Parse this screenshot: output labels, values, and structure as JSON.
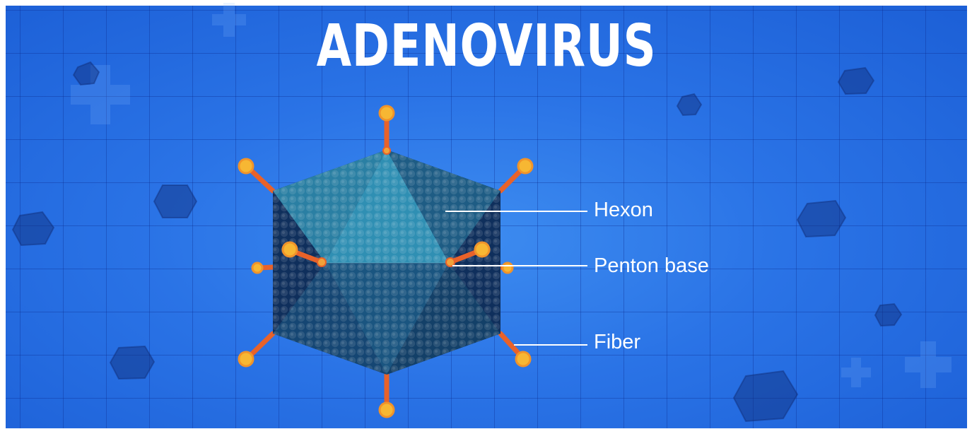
{
  "title": "ADENOVIRUS",
  "labels": {
    "hexon": "Hexon",
    "penton_base": "Penton base",
    "fiber": "Fiber"
  },
  "colors": {
    "background": "#2a73e6",
    "capsid_dark": "#0d2a52",
    "capsid_mid": "#1f5f86",
    "capsid_light": "#2c86a8",
    "fiber": "#e8622a",
    "knob": "#f7b733"
  }
}
